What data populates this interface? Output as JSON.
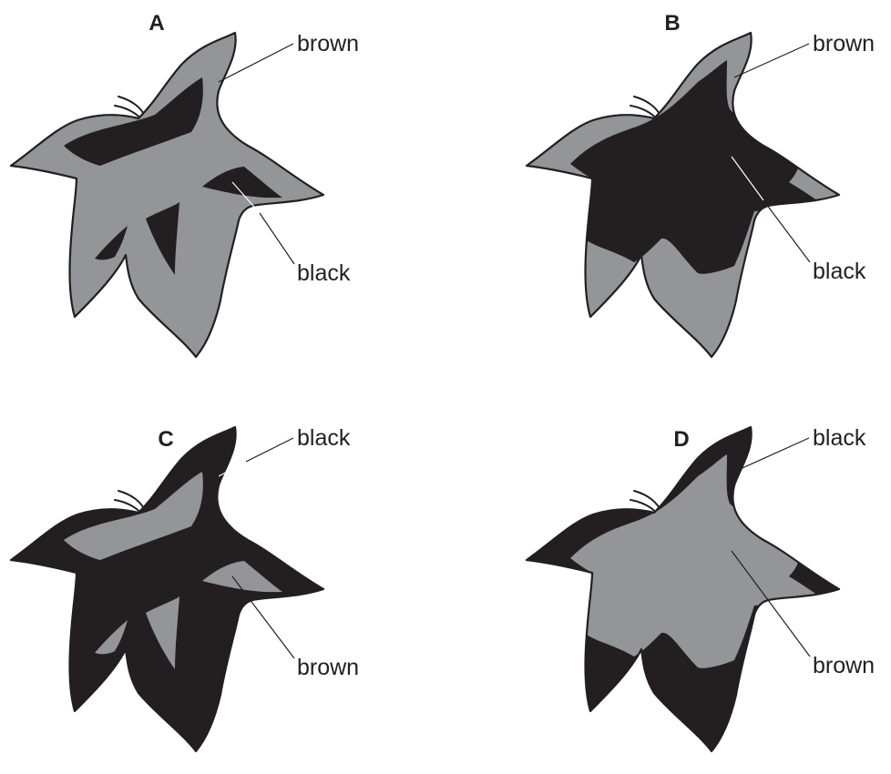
{
  "colors": {
    "brown_fill": "#939598",
    "black_fill": "#231f20",
    "outline": "#231f20",
    "background": "#ffffff"
  },
  "panels": [
    {
      "letter": "A",
      "top_label": "brown",
      "bottom_label": "black"
    },
    {
      "letter": "B",
      "top_label": "brown",
      "bottom_label": "black"
    },
    {
      "letter": "C",
      "top_label": "black",
      "bottom_label": "brown"
    },
    {
      "letter": "D",
      "top_label": "black",
      "bottom_label": "brown"
    }
  ]
}
